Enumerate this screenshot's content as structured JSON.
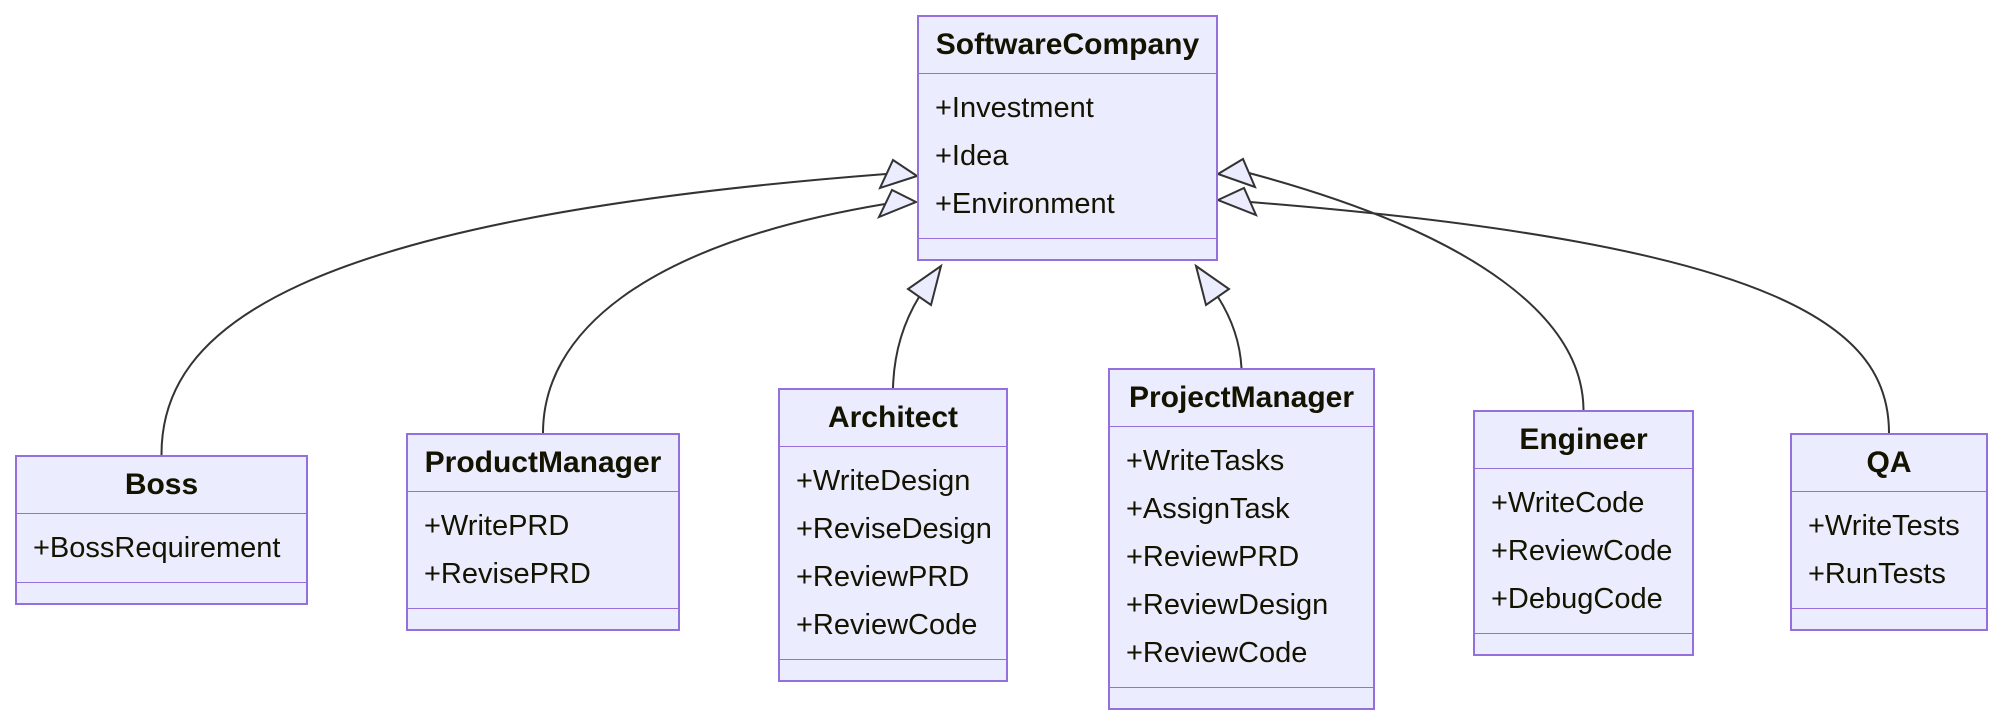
{
  "diagram": {
    "type": "class-diagram",
    "background": "#FFFFFF",
    "colors": {
      "node_fill": "#ECECFF",
      "node_border": "#9370DB",
      "edge_stroke": "#333333",
      "arrowhead_fill": "#ECECFF",
      "text": "#131300"
    },
    "classes": [
      {
        "name": "SoftwareCompany",
        "attributes": [
          "+Investment",
          "+Idea",
          "+Environment"
        ]
      },
      {
        "name": "Boss",
        "attributes": [
          "+BossRequirement"
        ]
      },
      {
        "name": "ProductManager",
        "attributes": [
          "+WritePRD",
          "+RevisePRD"
        ]
      },
      {
        "name": "Architect",
        "attributes": [
          "+WriteDesign",
          "+ReviseDesign",
          "+ReviewPRD",
          "+ReviewCode"
        ]
      },
      {
        "name": "ProjectManager",
        "attributes": [
          "+WriteTasks",
          "+AssignTask",
          "+ReviewPRD",
          "+ReviewDesign",
          "+ReviewCode"
        ]
      },
      {
        "name": "Engineer",
        "attributes": [
          "+WriteCode",
          "+ReviewCode",
          "+DebugCode"
        ]
      },
      {
        "name": "QA",
        "attributes": [
          "+WriteTests",
          "+RunTests"
        ]
      }
    ],
    "relations": [
      {
        "from": "Boss",
        "to": "SoftwareCompany",
        "type": "inheritance"
      },
      {
        "from": "ProductManager",
        "to": "SoftwareCompany",
        "type": "inheritance"
      },
      {
        "from": "Architect",
        "to": "SoftwareCompany",
        "type": "inheritance"
      },
      {
        "from": "ProjectManager",
        "to": "SoftwareCompany",
        "type": "inheritance"
      },
      {
        "from": "Engineer",
        "to": "SoftwareCompany",
        "type": "inheritance"
      },
      {
        "from": "QA",
        "to": "SoftwareCompany",
        "type": "inheritance"
      }
    ]
  }
}
